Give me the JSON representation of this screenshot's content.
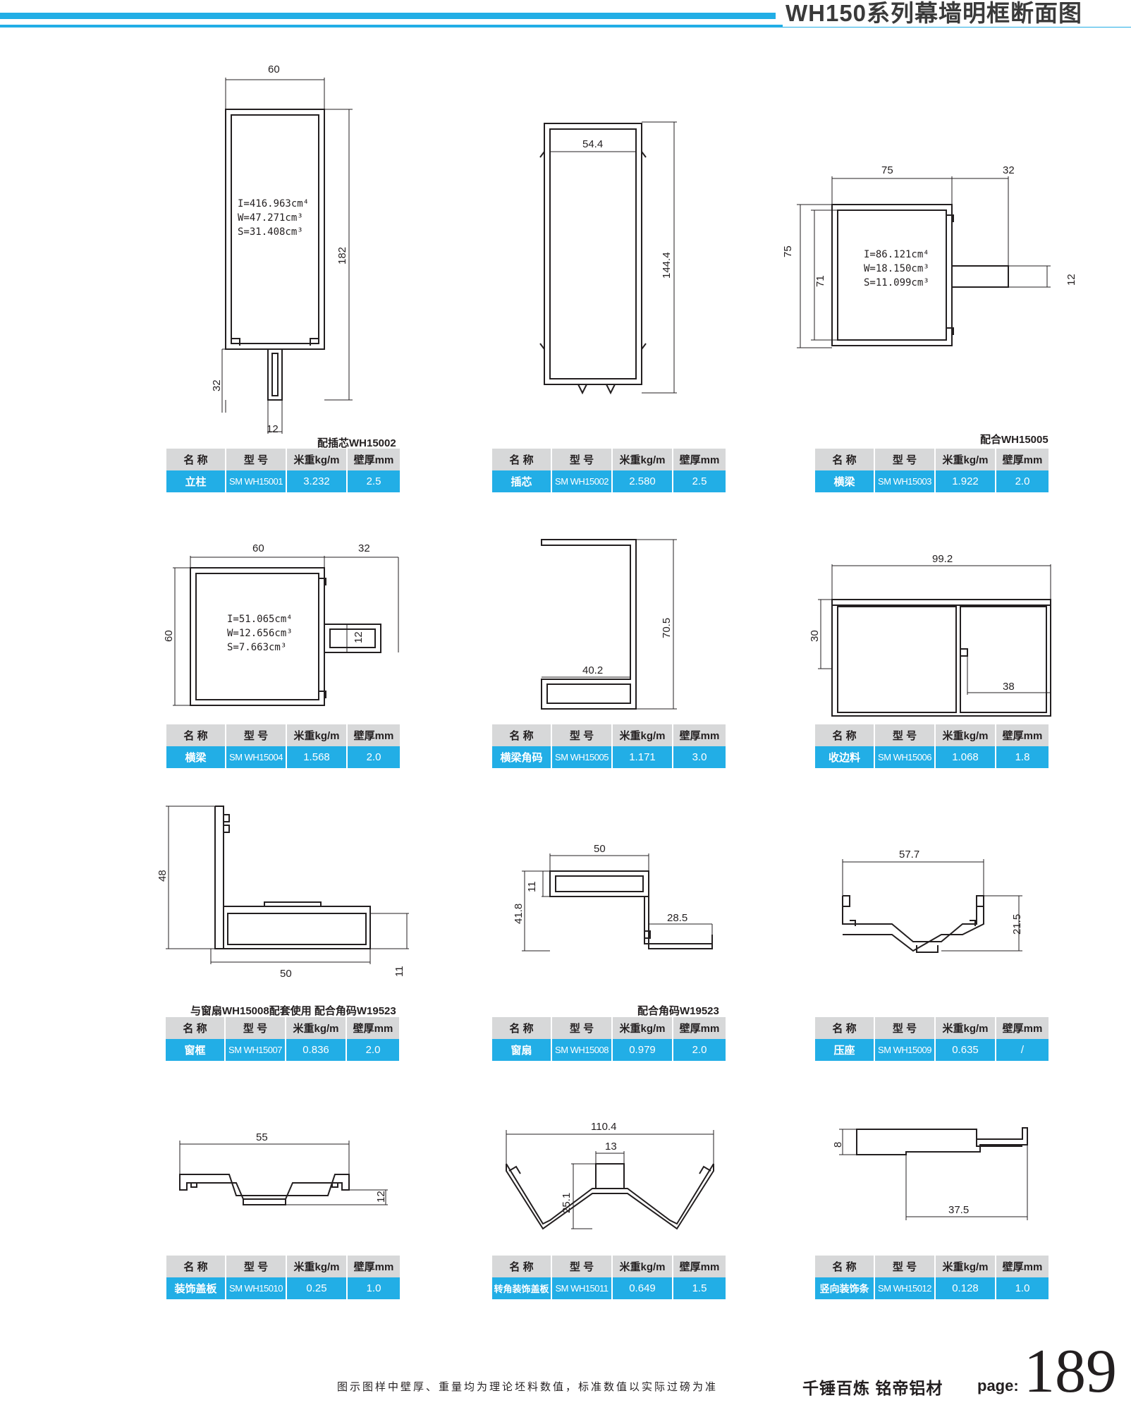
{
  "header": {
    "title": "WH150系列幕墙明框断面图"
  },
  "table_headers": [
    "名 称",
    "型 号",
    "米重kg/m",
    "壁厚mm"
  ],
  "profiles": [
    {
      "name": "立柱",
      "model": "SM WH15001",
      "weight": "3.232",
      "wall": "2.5",
      "note": "配插芯WH15002",
      "dims": [
        "60",
        "182",
        "32",
        "12"
      ],
      "props": [
        "I=416.963cm⁴",
        "W=47.271cm³",
        "S=31.408cm³"
      ]
    },
    {
      "name": "插芯",
      "model": "SM WH15002",
      "weight": "2.580",
      "wall": "2.5",
      "note": "",
      "dims": [
        "54.4",
        "144.4"
      ],
      "props": []
    },
    {
      "name": "横梁",
      "model": "SM WH15003",
      "weight": "1.922",
      "wall": "2.0",
      "note": "配合WH15005",
      "dims": [
        "75",
        "32",
        "75",
        "71",
        "12"
      ],
      "props": [
        "I=86.121cm⁴",
        "W=18.150cm³",
        "S=11.099cm³"
      ]
    },
    {
      "name": "横梁",
      "model": "SM WH15004",
      "weight": "1.568",
      "wall": "2.0",
      "note": "",
      "dims": [
        "60",
        "32",
        "60",
        "12"
      ],
      "props": [
        "I=51.065cm⁴",
        "W=12.656cm³",
        "S=7.663cm³"
      ]
    },
    {
      "name": "横梁角码",
      "model": "SM WH15005",
      "weight": "1.171",
      "wall": "3.0",
      "note": "",
      "dims": [
        "70.5",
        "40.2"
      ],
      "props": []
    },
    {
      "name": "收边料",
      "model": "SM WH15006",
      "weight": "1.068",
      "wall": "1.8",
      "note": "",
      "dims": [
        "99.2",
        "30",
        "38"
      ],
      "props": []
    },
    {
      "name": "窗框",
      "model": "SM WH15007",
      "weight": "0.836",
      "wall": "2.0",
      "note": "与窗扇WH15008配套使用  配合角码W19523",
      "dims": [
        "48",
        "50",
        "11"
      ],
      "props": []
    },
    {
      "name": "窗扇",
      "model": "SM WH15008",
      "weight": "0.979",
      "wall": "2.0",
      "note": "配合角码W19523",
      "dims": [
        "50",
        "11",
        "41.8",
        "28.5"
      ],
      "props": []
    },
    {
      "name": "压座",
      "model": "SM WH15009",
      "weight": "0.635",
      "wall": "/",
      "note": "",
      "dims": [
        "57.7",
        "21.5"
      ],
      "props": []
    },
    {
      "name": "装饰盖板",
      "model": "SM WH15010",
      "weight": "0.25",
      "wall": "1.0",
      "note": "",
      "dims": [
        "55",
        "12"
      ],
      "props": []
    },
    {
      "name": "转角装饰盖板",
      "model": "SM WH15011",
      "weight": "0.649",
      "wall": "1.5",
      "note": "",
      "dims": [
        "110.4",
        "13",
        "25.1"
      ],
      "props": []
    },
    {
      "name": "竖向装饰条",
      "model": "SM WH15012",
      "weight": "0.128",
      "wall": "1.0",
      "note": "",
      "dims": [
        "8",
        "37.5"
      ],
      "props": []
    }
  ],
  "footer": {
    "disclaimer": "图示图样中壁厚、重量均为理论坯料数值，标准数值以实际过磅为准",
    "brand": "千锤百炼  铭帝铝材",
    "page_label": "page:",
    "page_number": "189"
  }
}
